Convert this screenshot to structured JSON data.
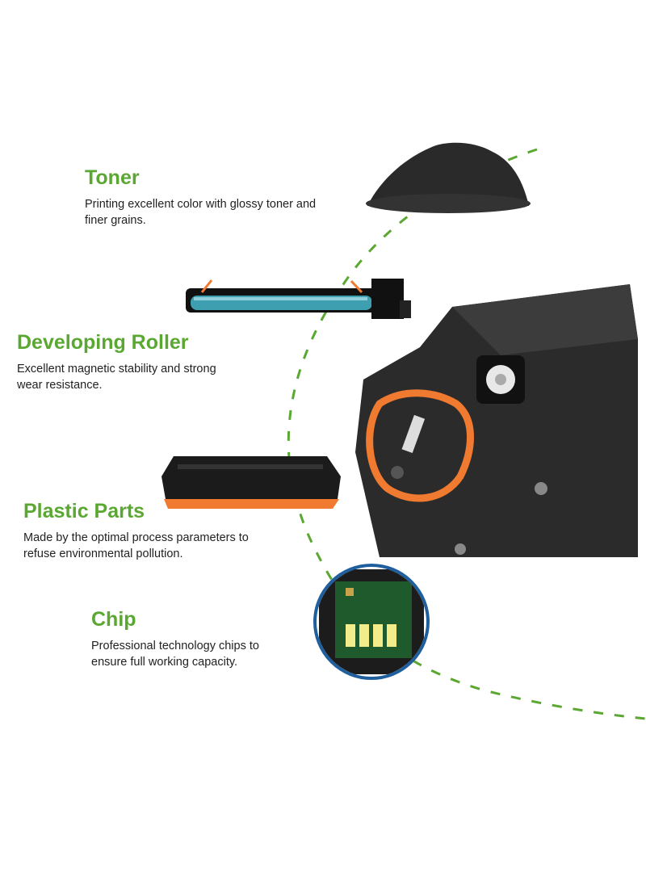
{
  "colors": {
    "accent_green": "#5aa832",
    "text": "#222222",
    "chip_ring": "#1f5f9e",
    "orange": "#f07a30"
  },
  "features": [
    {
      "title": "Toner",
      "lines": [
        "Printing excellent color with glossy toner and",
        "finer grains."
      ],
      "icon": "toner-powder-image"
    },
    {
      "title": "Developing Roller",
      "lines": [
        "Excellent magnetic stability and strong",
        "wear resistance."
      ],
      "icon": "developing-roller-image"
    },
    {
      "title": "Plastic Parts",
      "lines": [
        "Made by the optimal process parameters to",
        "refuse environmental pollution."
      ],
      "icon": "plastic-cartridge-image"
    },
    {
      "title": "Chip",
      "lines": [
        "Professional technology chips to",
        "ensure full working capacity."
      ],
      "icon": "chip-image"
    }
  ]
}
